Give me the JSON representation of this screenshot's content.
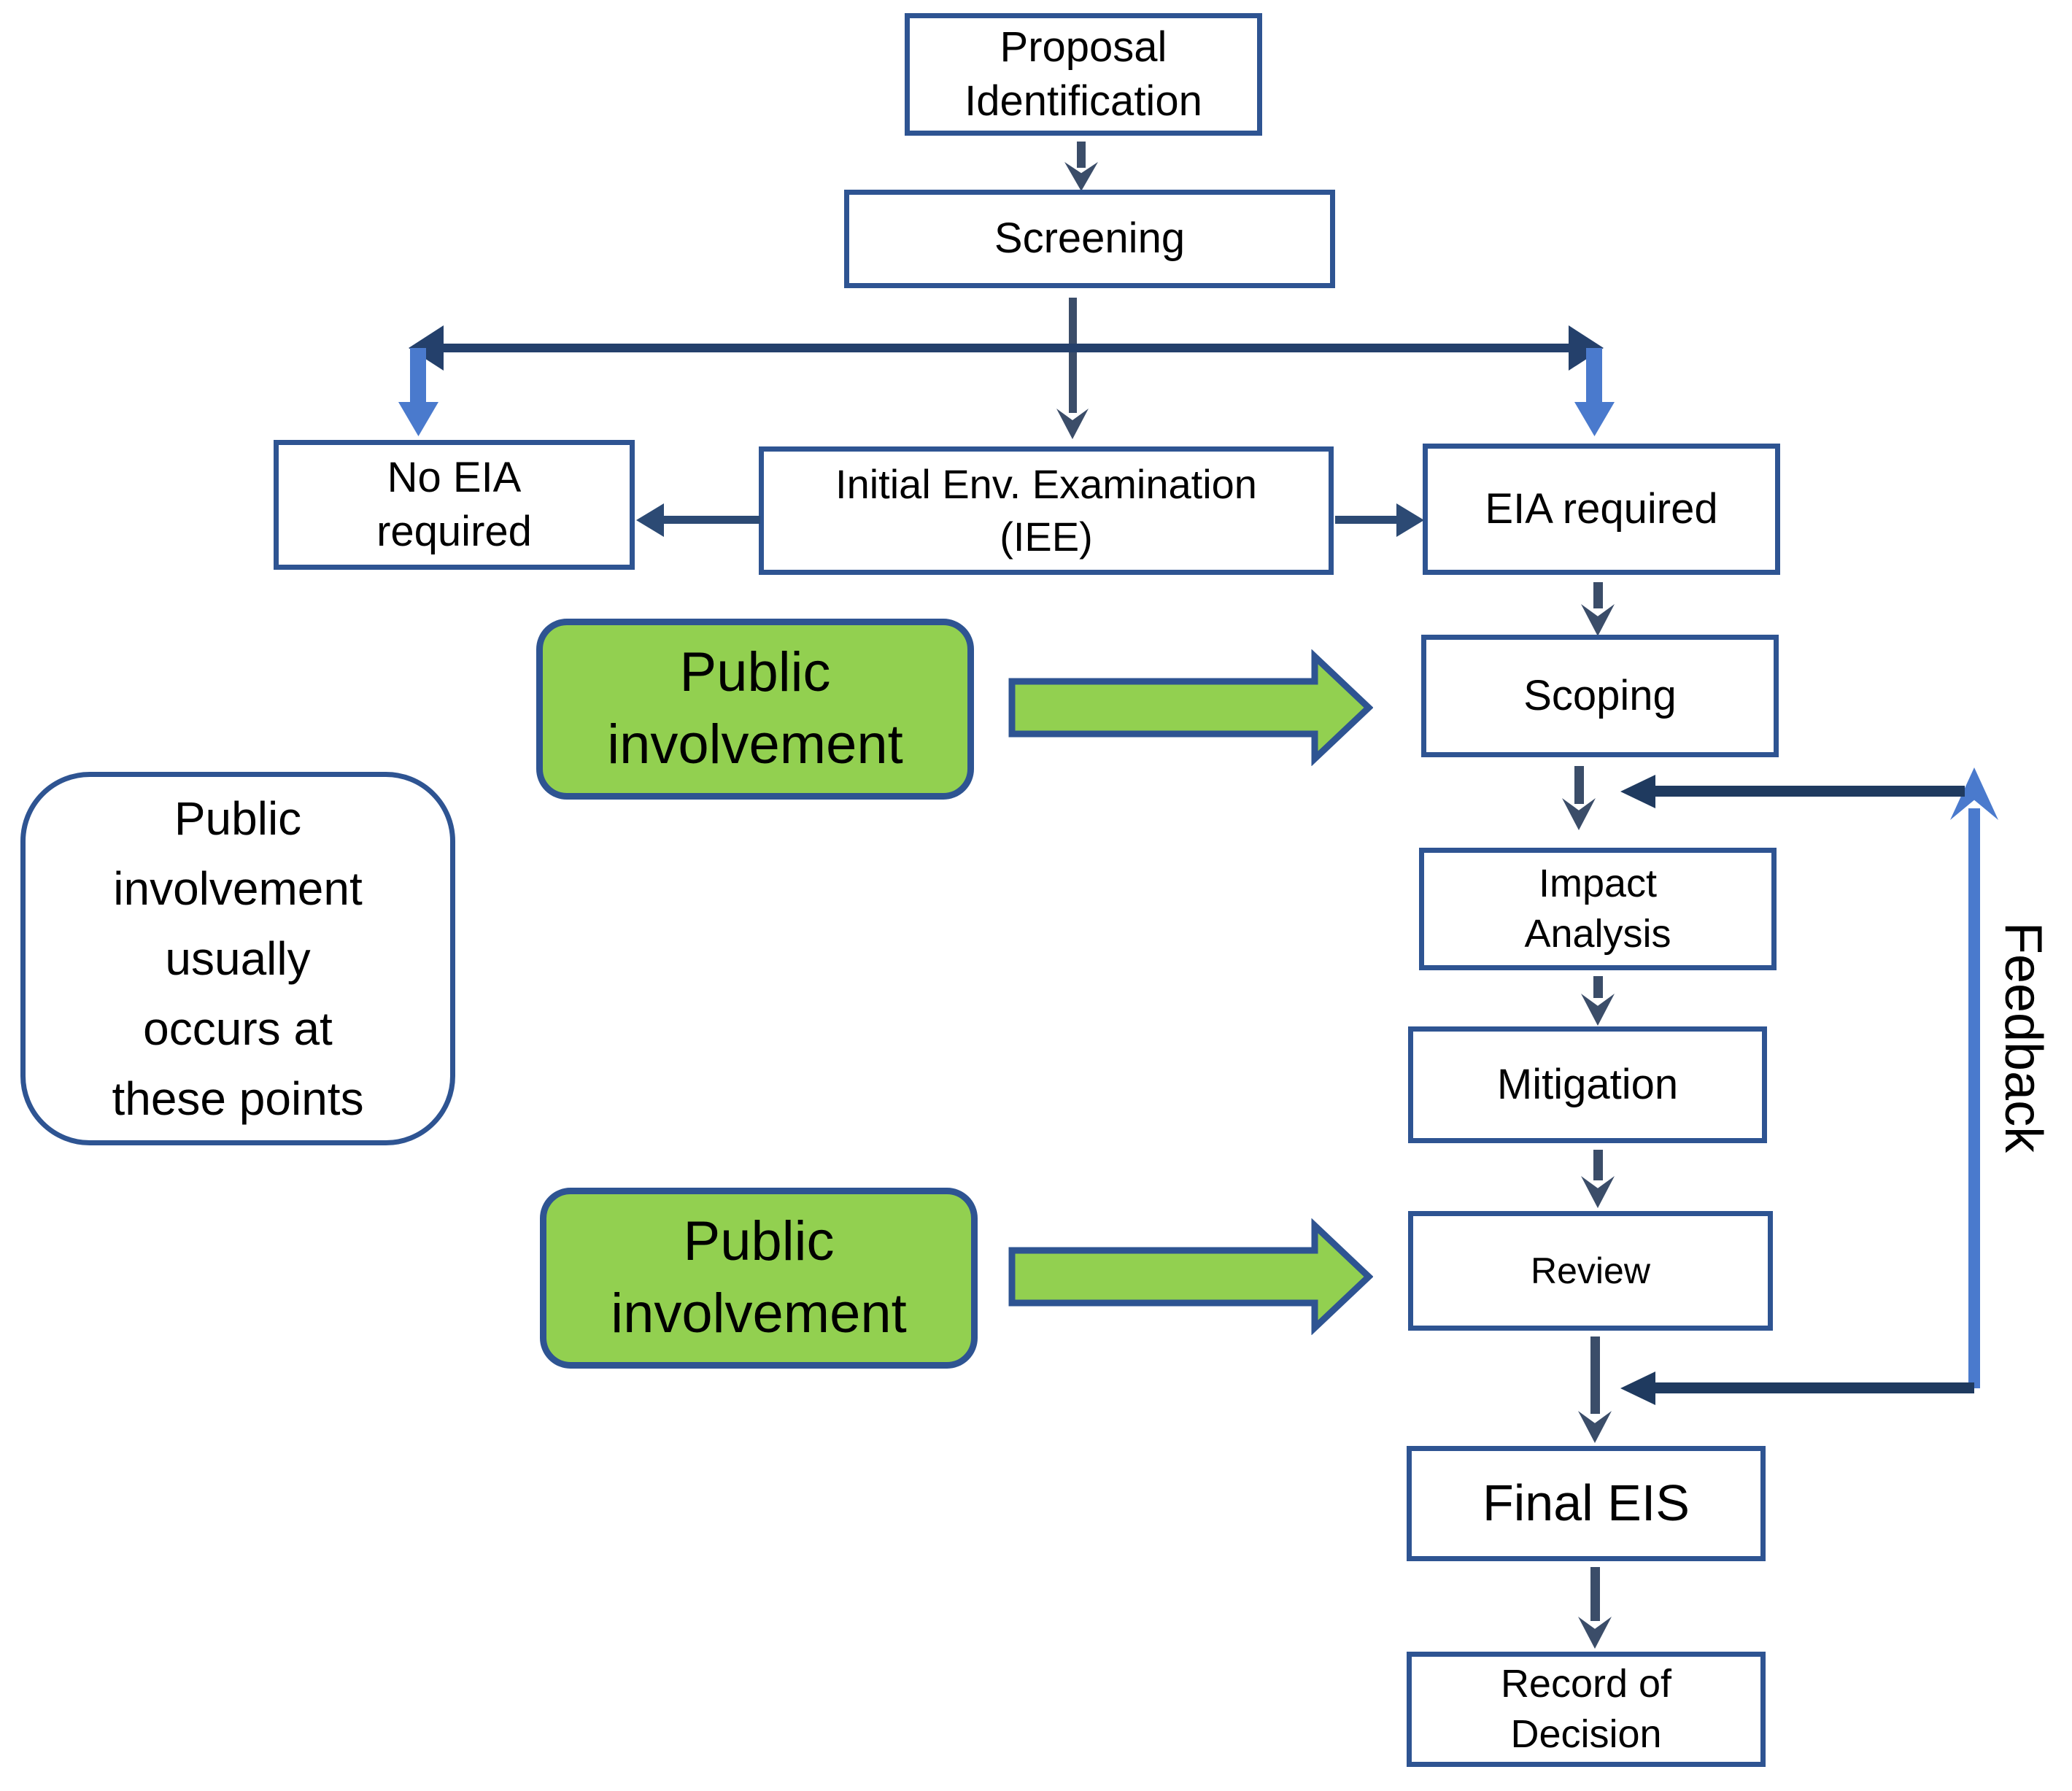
{
  "title": "EIA process flow diagram",
  "colors": {
    "background": "#ffffff",
    "text": "#000000",
    "box_border": "#2e5492",
    "branch_navy": "#24406b",
    "feedback_navy": "#1f3a5f",
    "connector_slate": "#3b4d69",
    "side_arrow_blue": "#2c4a74",
    "light_blue": "#4a7acd",
    "green_fill": "#92d050",
    "green_border": "#2e5492"
  },
  "nodes": {
    "proposal": [
      "Proposal",
      "Identification"
    ],
    "screening": [
      "Screening"
    ],
    "no_eia": [
      "No EIA",
      "required"
    ],
    "iee": [
      "Initial Env. Examination",
      "(IEE)"
    ],
    "eia_required": [
      "EIA required"
    ],
    "scoping": [
      "Scoping"
    ],
    "impact_analysis": [
      "Impact",
      "Analysis"
    ],
    "mitigation": [
      "Mitigation"
    ],
    "review": [
      "Review"
    ],
    "final_eis": [
      "Final EIS"
    ],
    "record_of_decision": [
      "Record of",
      "Decision"
    ],
    "public_involvement_1": [
      "Public",
      "involvement"
    ],
    "public_involvement_2": [
      "Public",
      "involvement"
    ],
    "note": [
      "Public",
      "involvement",
      "usually",
      "occurs at",
      "these points"
    ],
    "feedback_label": "Feedback"
  }
}
